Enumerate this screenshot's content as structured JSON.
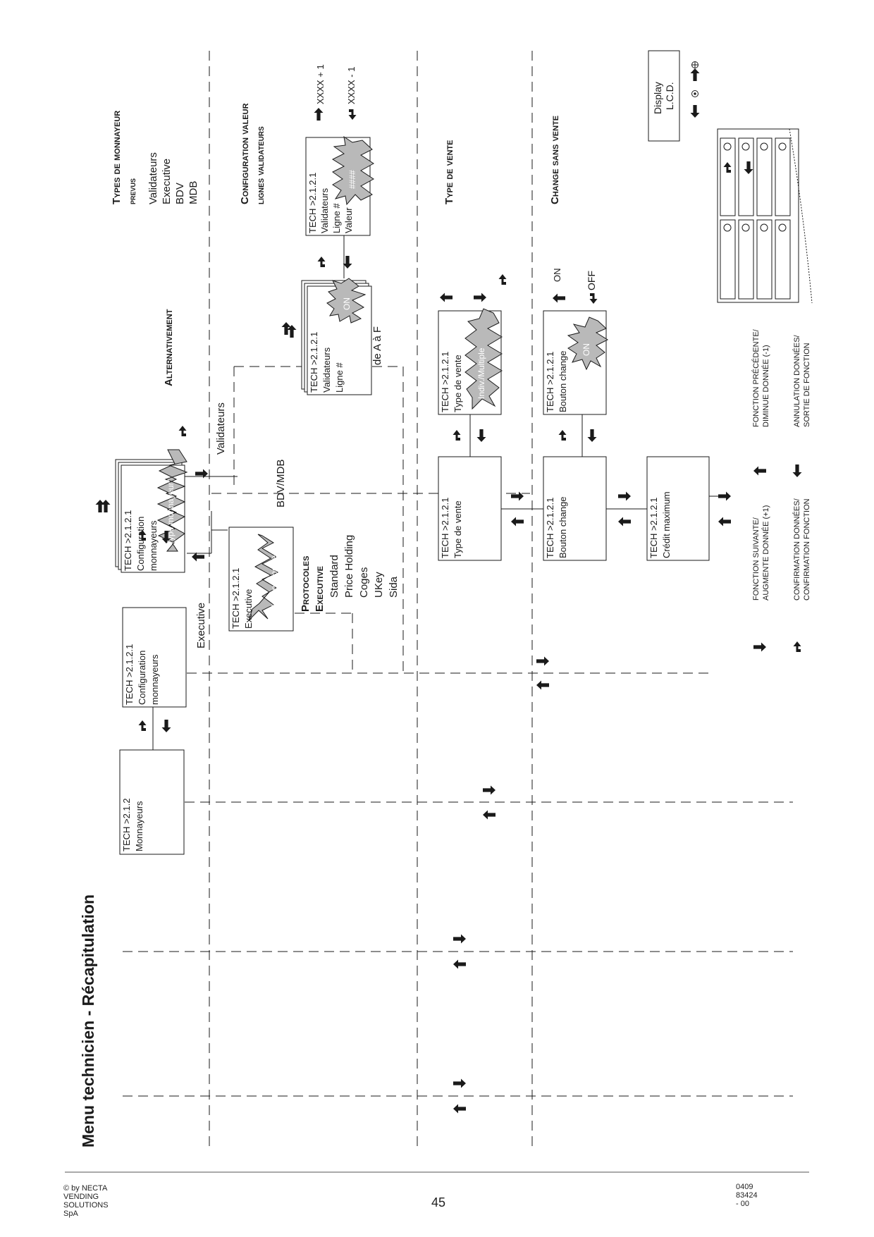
{
  "page": {
    "title": "Menu technicien - Récapitulation",
    "copyright": "© by NECTA VENDING SOLUTIONS SpA",
    "page_number": "45",
    "doc_code": "0409 83424 - 00"
  },
  "labels": {
    "types_title": "Types de monnayeur",
    "prevus": "prevus",
    "types_list": [
      "Validateurs",
      "Executive",
      "BDV",
      "MDB"
    ],
    "config_title_1": "Configuration valeur",
    "config_title_2": "lignes validateurs",
    "type_de_vente_title": "Type de vente",
    "change_sans_vente_title": "Change sans vente",
    "alternativement": "Alternativement",
    "validateurs": "Validateurs",
    "bdv_mdb": "BDV/MDB",
    "executive_branch": "Executive",
    "protocoles": "Protocoles",
    "executive_heading": "Executive",
    "protocol_list": [
      "Standard",
      "Price Holding",
      "Coges",
      "UKey",
      "Sida"
    ],
    "de_a_a_f": "de A à F",
    "xxxx_plus": "XXXX + 1",
    "xxxx_minus": "XXXX - 1",
    "on": "ON",
    "off": "OFF",
    "display": "Display",
    "lcd": "L.C.D."
  },
  "boxes": {
    "monnayeurs": [
      "TECH >2.1.2",
      "Monnayeurs"
    ],
    "config_monnayeurs": [
      "TECH >2.1.2.1",
      "Configuration",
      "monnayeurs"
    ],
    "config_type": [
      "TECH >2.1.2.1",
      "Configuration",
      "monnayeurs"
    ],
    "executive": [
      "TECH >2.1.2.1",
      "Executive"
    ],
    "validateurs_ligne": [
      "TECH >2.1.2.1",
      "Validateurs",
      "Ligne #"
    ],
    "validateurs_valeur": [
      "TECH >2.1.2.1",
      "Validateurs",
      "Ligne #",
      "Valeur"
    ],
    "type_de_vente": [
      "TECH >2.1.2.1",
      "Type de vente"
    ],
    "type_de_vente_sel": [
      "TECH >2.1.2.1",
      "Type de vente"
    ],
    "bouton_change": [
      "TECH >2.1.2.1",
      "Bouton change"
    ],
    "bouton_change_sel": [
      "TECH >2.1.2.1",
      "Bouton change"
    ],
    "credit_maximum": [
      "TECH >2.1.2.1",
      "Crédit maximum"
    ]
  },
  "bursts": {
    "type_monnayeur": "\"Type monnayeur\"",
    "nom_protocole": "Nom protocole",
    "on_ligne": "ON",
    "valeur": "####",
    "indiv_multiple": "Indiv./Multiple",
    "on_bouton": "ON"
  },
  "legend": {
    "next_1": "FONCTION SUIVANTE/",
    "next_2": "AUGMENTE DONNÉE (+1)",
    "prev_1": "FONCTION PRÉCÉDENTE/",
    "prev_2": "DIMINUE DONNÉE (-1)",
    "confirm_1": "CONFIRMATION DONNÉES/",
    "confirm_2": "CONFIRMATION FONCTION",
    "cancel_1": "ANNULATION DONNÉES/",
    "cancel_2": "SORTIE DE FONCTION"
  },
  "colors": {
    "ink": "#1a1a1a",
    "burst_fill": "#b9b9b9",
    "burst_text": "#ffffff"
  }
}
